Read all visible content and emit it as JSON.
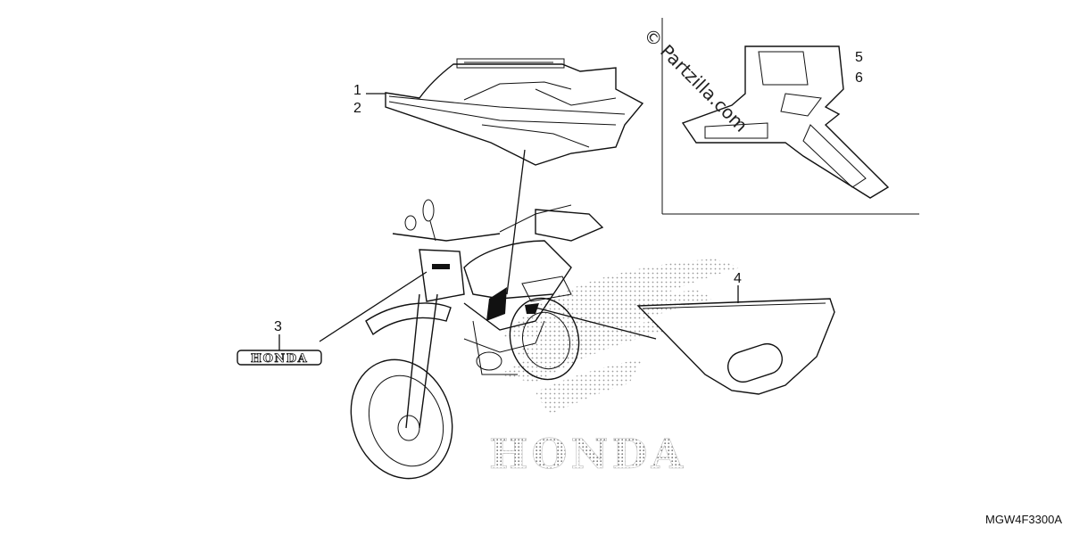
{
  "parts": [
    {
      "callout": "1"
    },
    {
      "callout": "2"
    },
    {
      "callout": "3",
      "emblem_text": "HONDA"
    },
    {
      "callout": "4"
    },
    {
      "callout": "5"
    },
    {
      "callout": "6"
    }
  ],
  "background_logo_text": "HONDA",
  "watermark": "© Partzilla.com",
  "diagram_code": "MGW4F3300A"
}
